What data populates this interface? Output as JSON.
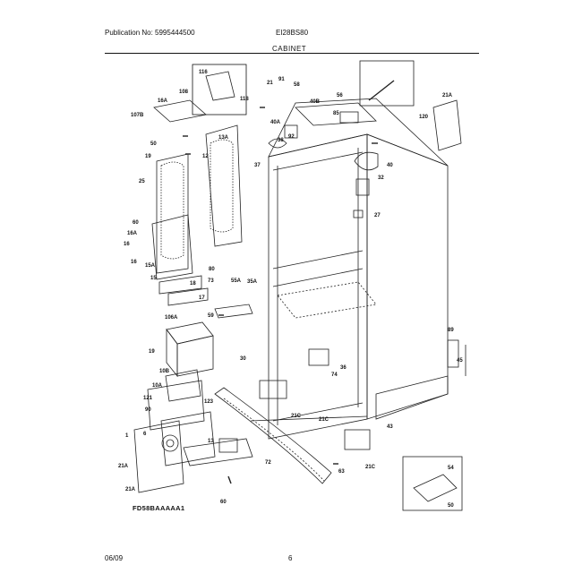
{
  "header": {
    "publication": "Publication No: 5995444500",
    "model": "EI28BS80",
    "section": "CABINET"
  },
  "footer": {
    "date": "06/09",
    "page": "6"
  },
  "diagram_code": "FD58BAAAAA1",
  "callouts": [
    {
      "id": "c108",
      "text": "108"
    },
    {
      "id": "c116",
      "text": "116"
    },
    {
      "id": "c118",
      "text": "118"
    },
    {
      "id": "c16A_top",
      "text": "16A"
    },
    {
      "id": "c107B",
      "text": "107B"
    },
    {
      "id": "c50",
      "text": "50"
    },
    {
      "id": "c19",
      "text": "19"
    },
    {
      "id": "c13A",
      "text": "13A"
    },
    {
      "id": "c12",
      "text": "12"
    },
    {
      "id": "c25",
      "text": "25"
    },
    {
      "id": "c60",
      "text": "60"
    },
    {
      "id": "c16A_mid",
      "text": "16A"
    },
    {
      "id": "c16_a",
      "text": "16"
    },
    {
      "id": "c16_b",
      "text": "16"
    },
    {
      "id": "c15A",
      "text": "15A"
    },
    {
      "id": "c15",
      "text": "15"
    },
    {
      "id": "c18",
      "text": "18"
    },
    {
      "id": "c17",
      "text": "17"
    },
    {
      "id": "c73",
      "text": "73"
    },
    {
      "id": "c80",
      "text": "80"
    },
    {
      "id": "c59",
      "text": "59"
    },
    {
      "id": "c106A",
      "text": "106A"
    },
    {
      "id": "c19_b",
      "text": "19"
    },
    {
      "id": "c10B",
      "text": "10B"
    },
    {
      "id": "c10A",
      "text": "10A"
    },
    {
      "id": "c121",
      "text": "121"
    },
    {
      "id": "c90",
      "text": "90"
    },
    {
      "id": "c123",
      "text": "123"
    },
    {
      "id": "c13",
      "text": "13"
    },
    {
      "id": "c21A_a",
      "text": "21A"
    },
    {
      "id": "c21A_b",
      "text": "21A"
    },
    {
      "id": "c1",
      "text": "1"
    },
    {
      "id": "c6",
      "text": "6"
    },
    {
      "id": "c60_b",
      "text": "60"
    },
    {
      "id": "c72",
      "text": "72"
    },
    {
      "id": "c21",
      "text": "21"
    },
    {
      "id": "c91",
      "text": "91"
    },
    {
      "id": "c58_top",
      "text": "58"
    },
    {
      "id": "c40A",
      "text": "40A"
    },
    {
      "id": "c40B",
      "text": "40B"
    },
    {
      "id": "c55A",
      "text": "55A"
    },
    {
      "id": "c35A",
      "text": "35A"
    },
    {
      "id": "c92",
      "text": "92"
    },
    {
      "id": "c37",
      "text": "37"
    },
    {
      "id": "c38",
      "text": "38"
    },
    {
      "id": "c85",
      "text": "85"
    },
    {
      "id": "c40",
      "text": "40"
    },
    {
      "id": "c32",
      "text": "32"
    },
    {
      "id": "c27",
      "text": "27"
    },
    {
      "id": "c30",
      "text": "30"
    },
    {
      "id": "c74",
      "text": "74"
    },
    {
      "id": "c36",
      "text": "36"
    },
    {
      "id": "c21C_a",
      "text": "21C"
    },
    {
      "id": "c21C_b",
      "text": "21C"
    },
    {
      "id": "c21C_c",
      "text": "21C"
    },
    {
      "id": "c43",
      "text": "43"
    },
    {
      "id": "c63",
      "text": "63"
    },
    {
      "id": "c89",
      "text": "89"
    },
    {
      "id": "c45",
      "text": "45"
    },
    {
      "id": "c56",
      "text": "56"
    },
    {
      "id": "c120",
      "text": "120"
    },
    {
      "id": "c21A_r",
      "text": "21A"
    },
    {
      "id": "c54",
      "text": "54"
    },
    {
      "id": "c50_b",
      "text": "50"
    }
  ]
}
